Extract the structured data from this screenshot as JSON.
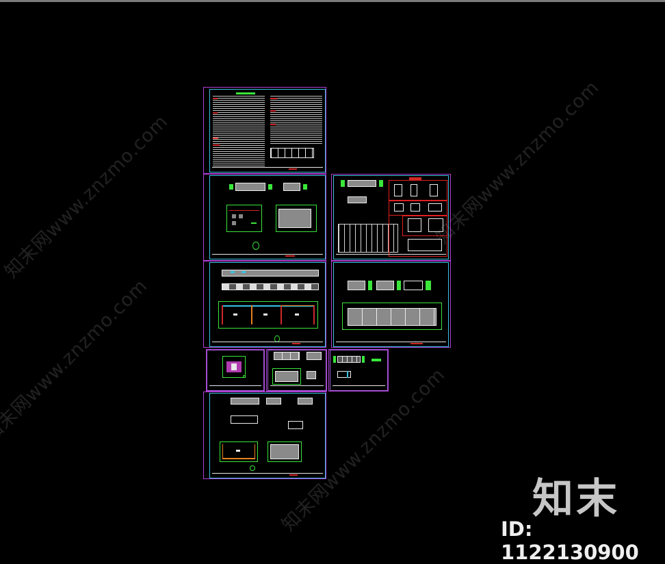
{
  "window": {
    "title_bar_color": "#7a7a7a",
    "canvas_background": "#000000"
  },
  "viewer": {
    "type": "CAD drawing viewer",
    "sheets": [
      {
        "id": "design-notes",
        "label": "Design notes & door/window table sheet"
      },
      {
        "id": "plan-elevations-small",
        "label": "Small building plan & elevations sheet"
      },
      {
        "id": "door-window-details",
        "label": "Door/window details sheet"
      },
      {
        "id": "long-plan-elevations",
        "label": "Long building plan & elevations sheet"
      },
      {
        "id": "roof-plan-long",
        "label": "Long building roof plan sheet"
      },
      {
        "id": "small-plan-a",
        "label": "Small plan A sheet"
      },
      {
        "id": "small-plan-b",
        "label": "Small plan B sheet"
      },
      {
        "id": "small-plan-c",
        "label": "Small elevations C sheet"
      },
      {
        "id": "plan-elevations-bottom",
        "label": "Plan & roof & elevations sheet"
      }
    ],
    "colors": {
      "outer_frame": "#b13fd6",
      "sheet_frame": "#39c3e3",
      "linework": "#3ae63a",
      "walls": "#e02020",
      "fill": "#8a8a8a",
      "text": "#e8e8e8"
    }
  },
  "watermark": {
    "text": "知末网www.znzmo.com",
    "brand": "知末",
    "id_label": "ID: 1122130900"
  }
}
